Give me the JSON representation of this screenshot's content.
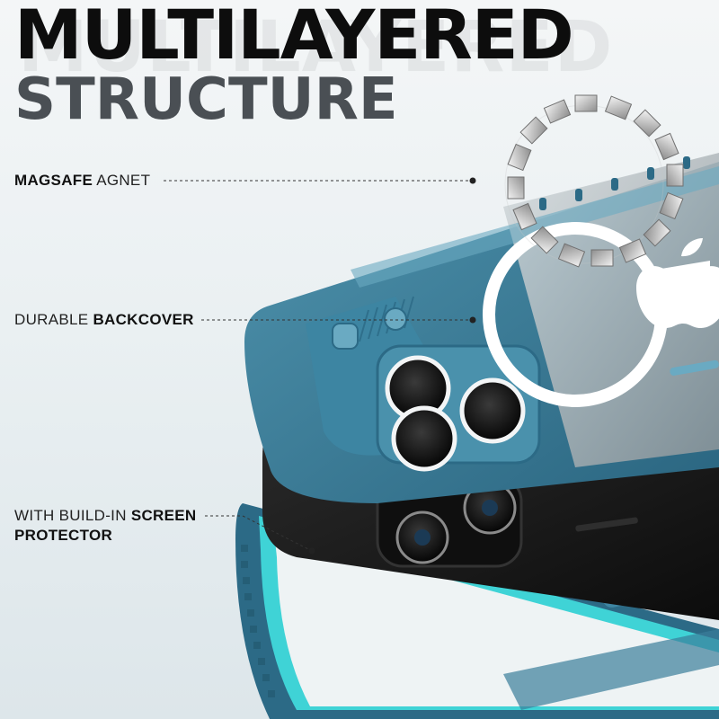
{
  "headline": {
    "line1": "MULTILAYERED",
    "line2": "STRUCTURE"
  },
  "callouts": [
    {
      "bold_first": true,
      "bold": "MAGSAFE",
      "regular": " AGNET"
    },
    {
      "bold_first": false,
      "regular": "DURABLE ",
      "bold": "BACKCOVER"
    },
    {
      "regular": "WITH BUILD-IN ",
      "bold": "SCREEN",
      "line2": "PROTECTOR"
    }
  ],
  "colors": {
    "case_blue": "#2f6f8a",
    "case_blue_light": "#4f93ad",
    "bumper_cyan": "#3fd3d6",
    "phone_black": "#151515",
    "headline_dark": "#0d0d0d",
    "headline_gray": "#4a4f54"
  }
}
